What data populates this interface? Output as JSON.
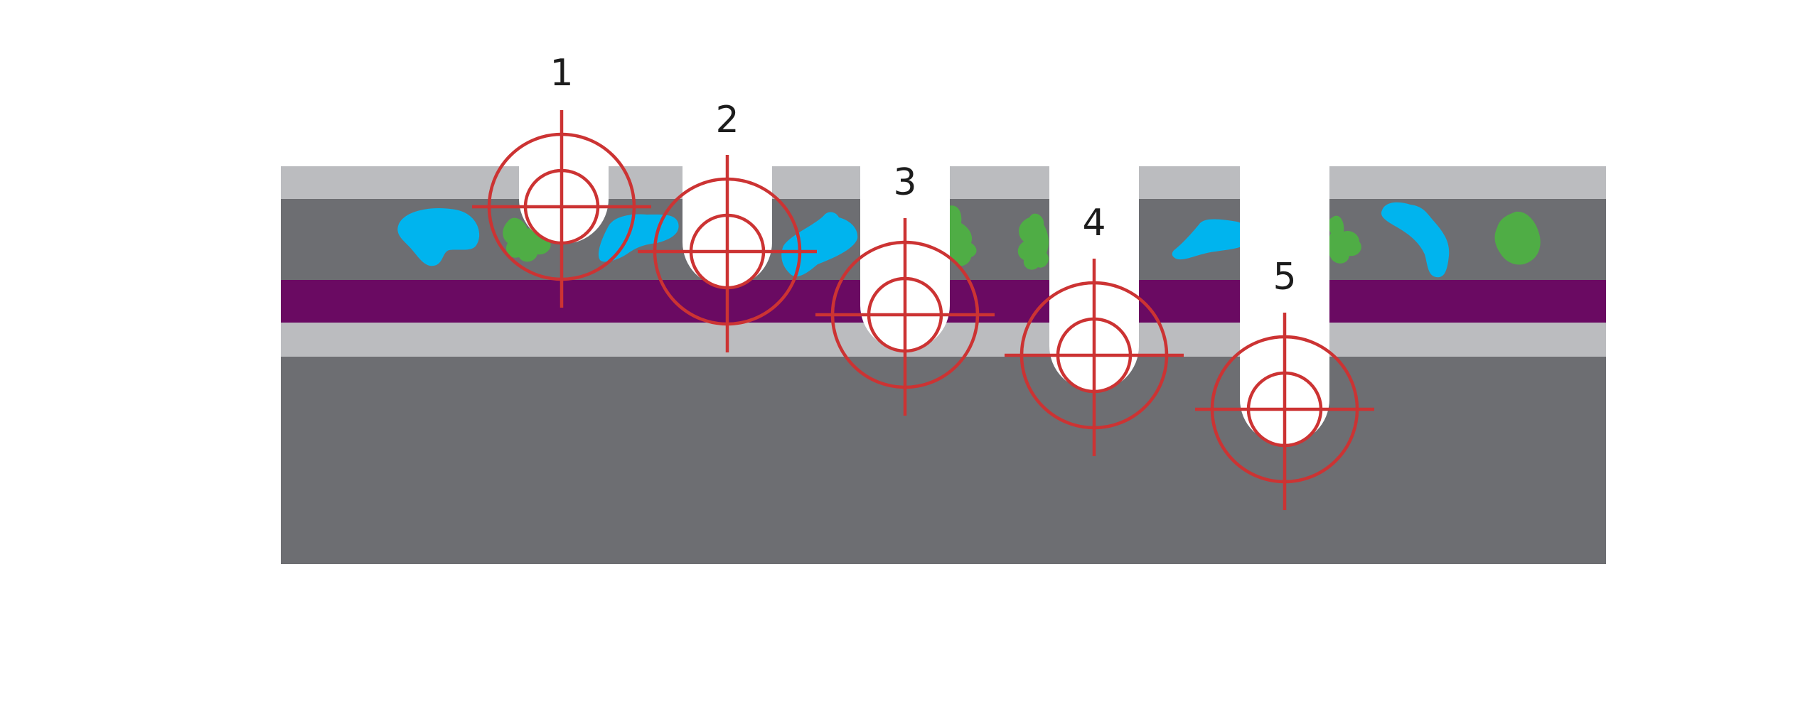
{
  "colors": {
    "background": "#ffffff",
    "top_coating": "#bbbcbf",
    "substrate": "#6d6e72",
    "core_band": "#6a0a62",
    "lower_coating": "#bbbcbf",
    "base": "#6d6e72",
    "particle_blue": "#00b4ee",
    "particle_green": "#4fad45",
    "reticle": "#cc3333",
    "label_text": "#1c1c1c"
  },
  "targets": [
    {
      "label": "1",
      "icon": "crosshair-icon"
    },
    {
      "label": "2",
      "icon": "crosshair-icon"
    },
    {
      "label": "3",
      "icon": "crosshair-icon"
    },
    {
      "label": "4",
      "icon": "crosshair-icon"
    },
    {
      "label": "5",
      "icon": "crosshair-icon"
    }
  ],
  "particles": {
    "blue_icon": "blue-particle-icon",
    "green_icon": "green-particle-icon"
  }
}
